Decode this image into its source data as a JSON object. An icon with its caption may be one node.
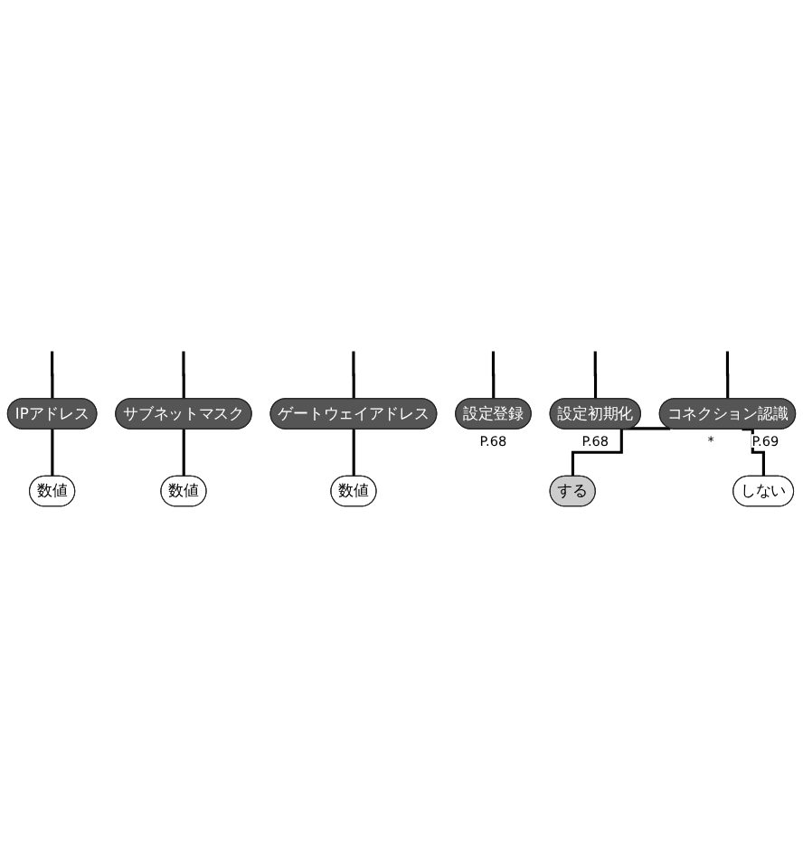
{
  "diagram": {
    "nodes": [
      {
        "text": [
          "IPアドレス"
        ]
      },
      {
        "text": [
          "サブネットマスク"
        ]
      },
      {
        "text": [
          "ゲートウェイアドレス"
        ]
      },
      {
        "text": [
          "設定登録"
        ],
        "beside": [
          "P.68"
        ]
      },
      {
        "text": [
          "設定初期化"
        ],
        "beside": [
          "P.68"
        ]
      },
      {
        "text": [
          "コネクション認識"
        ],
        "beside": [
          "*",
          "P.69"
        ]
      },
      {
        "text": [
          "数値"
        ]
      },
      {
        "text": [
          "数値"
        ]
      },
      {
        "text": [
          "数値"
        ]
      },
      {
        "text": [
          "する"
        ]
      },
      {
        "text": [
          "しない"
        ]
      }
    ],
    "edges": [
      {
        "from": null,
        "to": 0,
        "arrow": "none"
      },
      {
        "from": null,
        "to": 1,
        "arrow": "none"
      },
      {
        "from": null,
        "to": 2,
        "arrow": "none"
      },
      {
        "from": null,
        "to": 3,
        "arrow": "none"
      },
      {
        "from": null,
        "to": 4,
        "arrow": "none"
      },
      {
        "from": null,
        "to": 5,
        "arrow": "none"
      },
      {
        "from": 0,
        "to": 6,
        "arrow": "none"
      },
      {
        "from": 1,
        "to": 7,
        "arrow": "none"
      },
      {
        "from": 2,
        "to": 8,
        "arrow": "none"
      },
      {
        "from": 5,
        "to": 9,
        "arrow": "none"
      },
      {
        "from": 5,
        "to": 10,
        "arrow": "none"
      }
    ]
  }
}
